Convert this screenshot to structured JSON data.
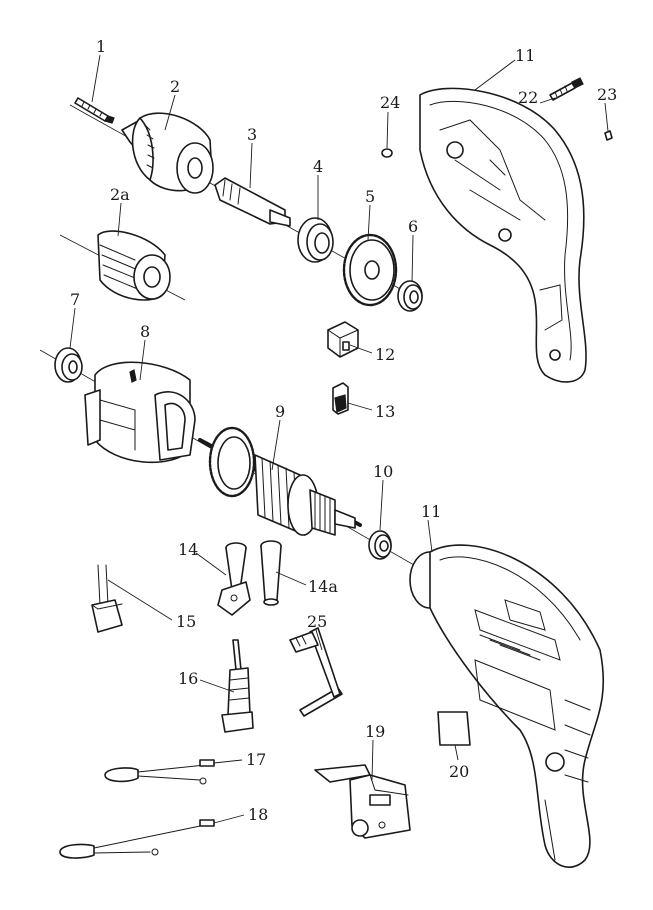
{
  "labels": {
    "p1": "1",
    "p2": "2",
    "p2a": "2a",
    "p3": "3",
    "p4": "4",
    "p5": "5",
    "p6": "6",
    "p7": "7",
    "p8": "8",
    "p9": "9",
    "p10": "10",
    "p11_top": "11",
    "p11_bottom": "11",
    "p12": "12",
    "p13": "13",
    "p14": "14",
    "p14a": "14a",
    "p15": "15",
    "p16": "16",
    "p17": "17",
    "p18": "18",
    "p19": "19",
    "p20": "20",
    "p22": "22",
    "p23": "23",
    "p24": "24",
    "p25": "25"
  },
  "colors": {
    "line": "#1a1a1a",
    "background": "#ffffff"
  }
}
